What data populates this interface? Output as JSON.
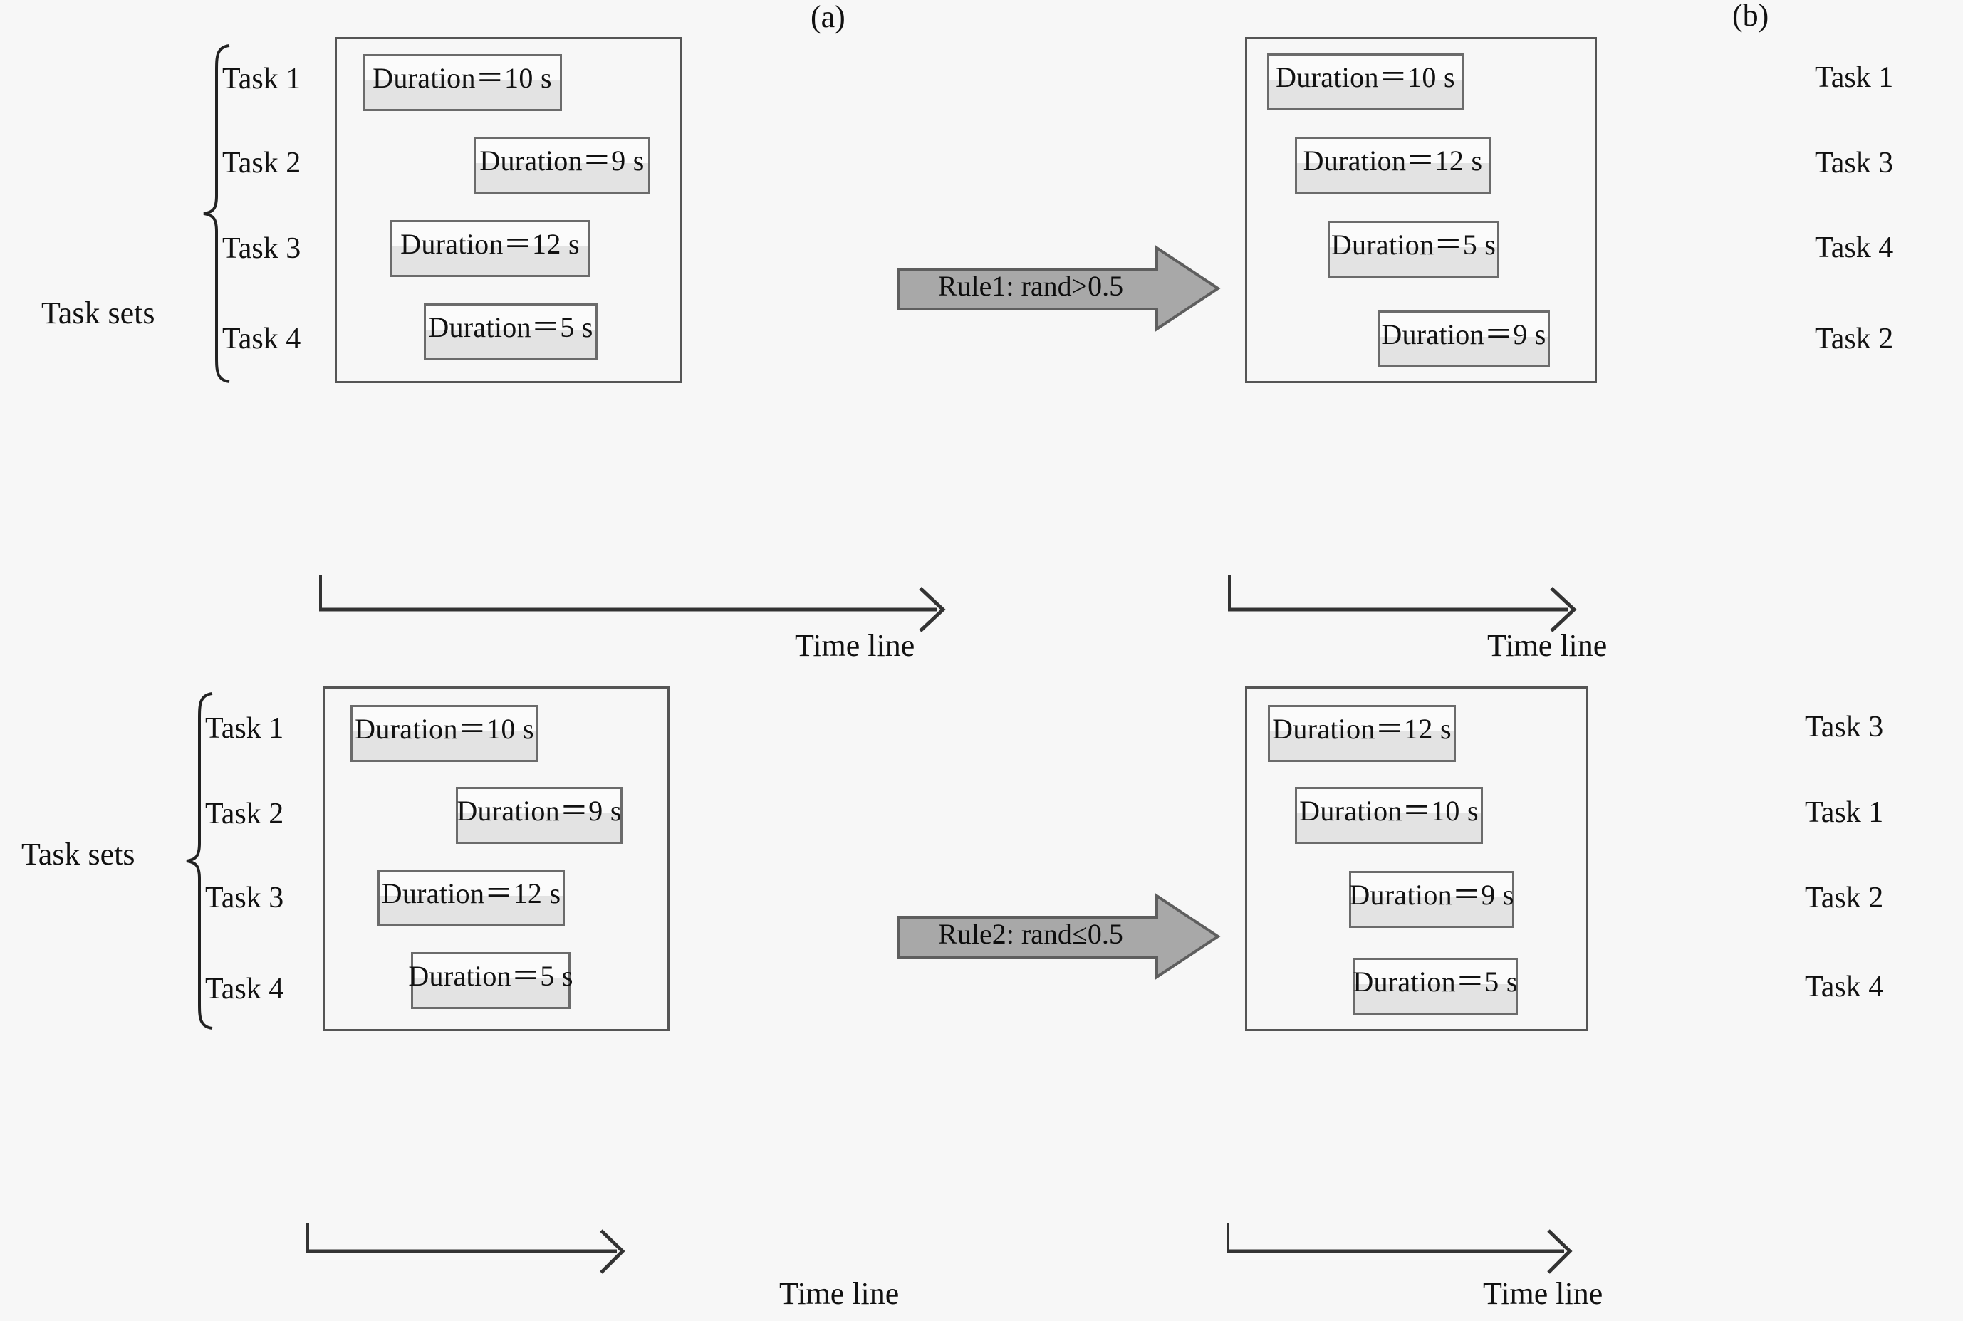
{
  "figure": {
    "background_color": "#f7f7f7",
    "bar_fill_top": "#fbfbfb",
    "bar_fill_bottom": "#e3e3e3",
    "bar_border_color": "#6b6b6b",
    "panel_border_color": "#555555",
    "arrow_fill": "#a8a8a8",
    "arrow_border": "#5e5e5e"
  },
  "panel_tags": {
    "a": "(a)",
    "b": "(b)"
  },
  "task_sets_label": "Task sets",
  "timeline_label": "Time line",
  "rules": {
    "rule1": "Rule1: rand>0.5",
    "rule2": "Rule2: rand≤0.5"
  },
  "chart_data": {
    "type": "bar",
    "title": "Task re-ordering by random rules (Gantt-style schedule)",
    "xlabel": "Time line",
    "ylabel": "Task sets",
    "grid": false,
    "legend": "none",
    "panels": [
      {
        "id": "a-top",
        "tag": "(a)",
        "label_side": "left",
        "row": "top",
        "axis_label": "Time line",
        "set_label": "Task sets",
        "categories": [
          "Task 1",
          "Task 2",
          "Task 3",
          "Task 4"
        ],
        "values": [
          10,
          9,
          12,
          5
        ],
        "unit": "s",
        "bars": [
          {
            "task": "Task 1",
            "text": "Duration＝10 s",
            "duration": 10,
            "start": 10,
            "end": 20
          },
          {
            "task": "Task 2",
            "text": "Duration＝9 s",
            "duration": 9,
            "start": 21,
            "end": 30
          },
          {
            "task": "Task 3",
            "text": "Duration＝12 s",
            "duration": 12,
            "start": 8,
            "end": 20
          },
          {
            "task": "Task 4",
            "text": "Duration＝5 s",
            "duration": 5,
            "start": 13,
            "end": 18
          }
        ]
      },
      {
        "id": "b-top",
        "tag": "(b)",
        "label_side": "right",
        "row": "top",
        "axis_label": "Time line",
        "categories": [
          "Task 1",
          "Task 3",
          "Task 4",
          "Task 2"
        ],
        "values": [
          10,
          12,
          5,
          9
        ],
        "unit": "s",
        "bars": [
          {
            "task": "Task 1",
            "text": "Duration＝10 s",
            "duration": 10
          },
          {
            "task": "Task 3",
            "text": "Duration＝12 s",
            "duration": 12
          },
          {
            "task": "Task 4",
            "text": "Duration＝5 s",
            "duration": 5
          },
          {
            "task": "Task 2",
            "text": "Duration＝9 s",
            "duration": 9
          }
        ]
      },
      {
        "id": "a-bottom",
        "tag": "",
        "label_side": "left",
        "row": "bottom",
        "axis_label": "Time line",
        "set_label": "Task sets",
        "categories": [
          "Task 1",
          "Task 2",
          "Task 3",
          "Task 4"
        ],
        "values": [
          10,
          9,
          12,
          5
        ],
        "unit": "s",
        "bars": [
          {
            "task": "Task 1",
            "text": "Duration＝10 s",
            "duration": 10
          },
          {
            "task": "Task 2",
            "text": "Duration＝9 s",
            "duration": 9
          },
          {
            "task": "Task 3",
            "text": "Duration＝12 s",
            "duration": 12
          },
          {
            "task": "Task 4",
            "text": "Duration＝5 s",
            "duration": 5
          }
        ]
      },
      {
        "id": "b-bottom",
        "tag": "",
        "label_side": "right",
        "row": "bottom",
        "axis_label": "Time line",
        "categories": [
          "Task 3",
          "Task 1",
          "Task 2",
          "Task 4"
        ],
        "values": [
          12,
          10,
          9,
          5
        ],
        "unit": "s",
        "bars": [
          {
            "task": "Task 3",
            "text": "Duration＝12 s",
            "duration": 12
          },
          {
            "task": "Task 1",
            "text": "Duration＝10 s",
            "duration": 10
          },
          {
            "task": "Task 2",
            "text": "Duration＝9 s",
            "duration": 9
          },
          {
            "task": "Task 4",
            "text": "Duration＝5 s",
            "duration": 5
          }
        ]
      }
    ]
  },
  "panel_a_top": {
    "tasks": [
      "Task 1",
      "Task 2",
      "Task 3",
      "Task 4"
    ],
    "bars": [
      "Duration＝10 s",
      "Duration＝9 s",
      "Duration＝12 s",
      "Duration＝5 s"
    ]
  },
  "panel_b_top": {
    "tasks": [
      "Task 1",
      "Task 3",
      "Task 4",
      "Task 2"
    ],
    "bars": [
      "Duration＝10 s",
      "Duration＝12 s",
      "Duration＝5 s",
      "Duration＝9 s"
    ]
  },
  "panel_a_bottom": {
    "tasks": [
      "Task 1",
      "Task 2",
      "Task 3",
      "Task 4"
    ],
    "bars": [
      "Duration＝10 s",
      "Duration＝9 s",
      "Duration＝12 s",
      "Duration＝5 s"
    ]
  },
  "panel_b_bottom": {
    "tasks": [
      "Task 3",
      "Task 1",
      "Task 2",
      "Task 4"
    ],
    "bars": [
      "Duration＝12 s",
      "Duration＝10 s",
      "Duration＝9 s",
      "Duration＝5 s"
    ]
  }
}
